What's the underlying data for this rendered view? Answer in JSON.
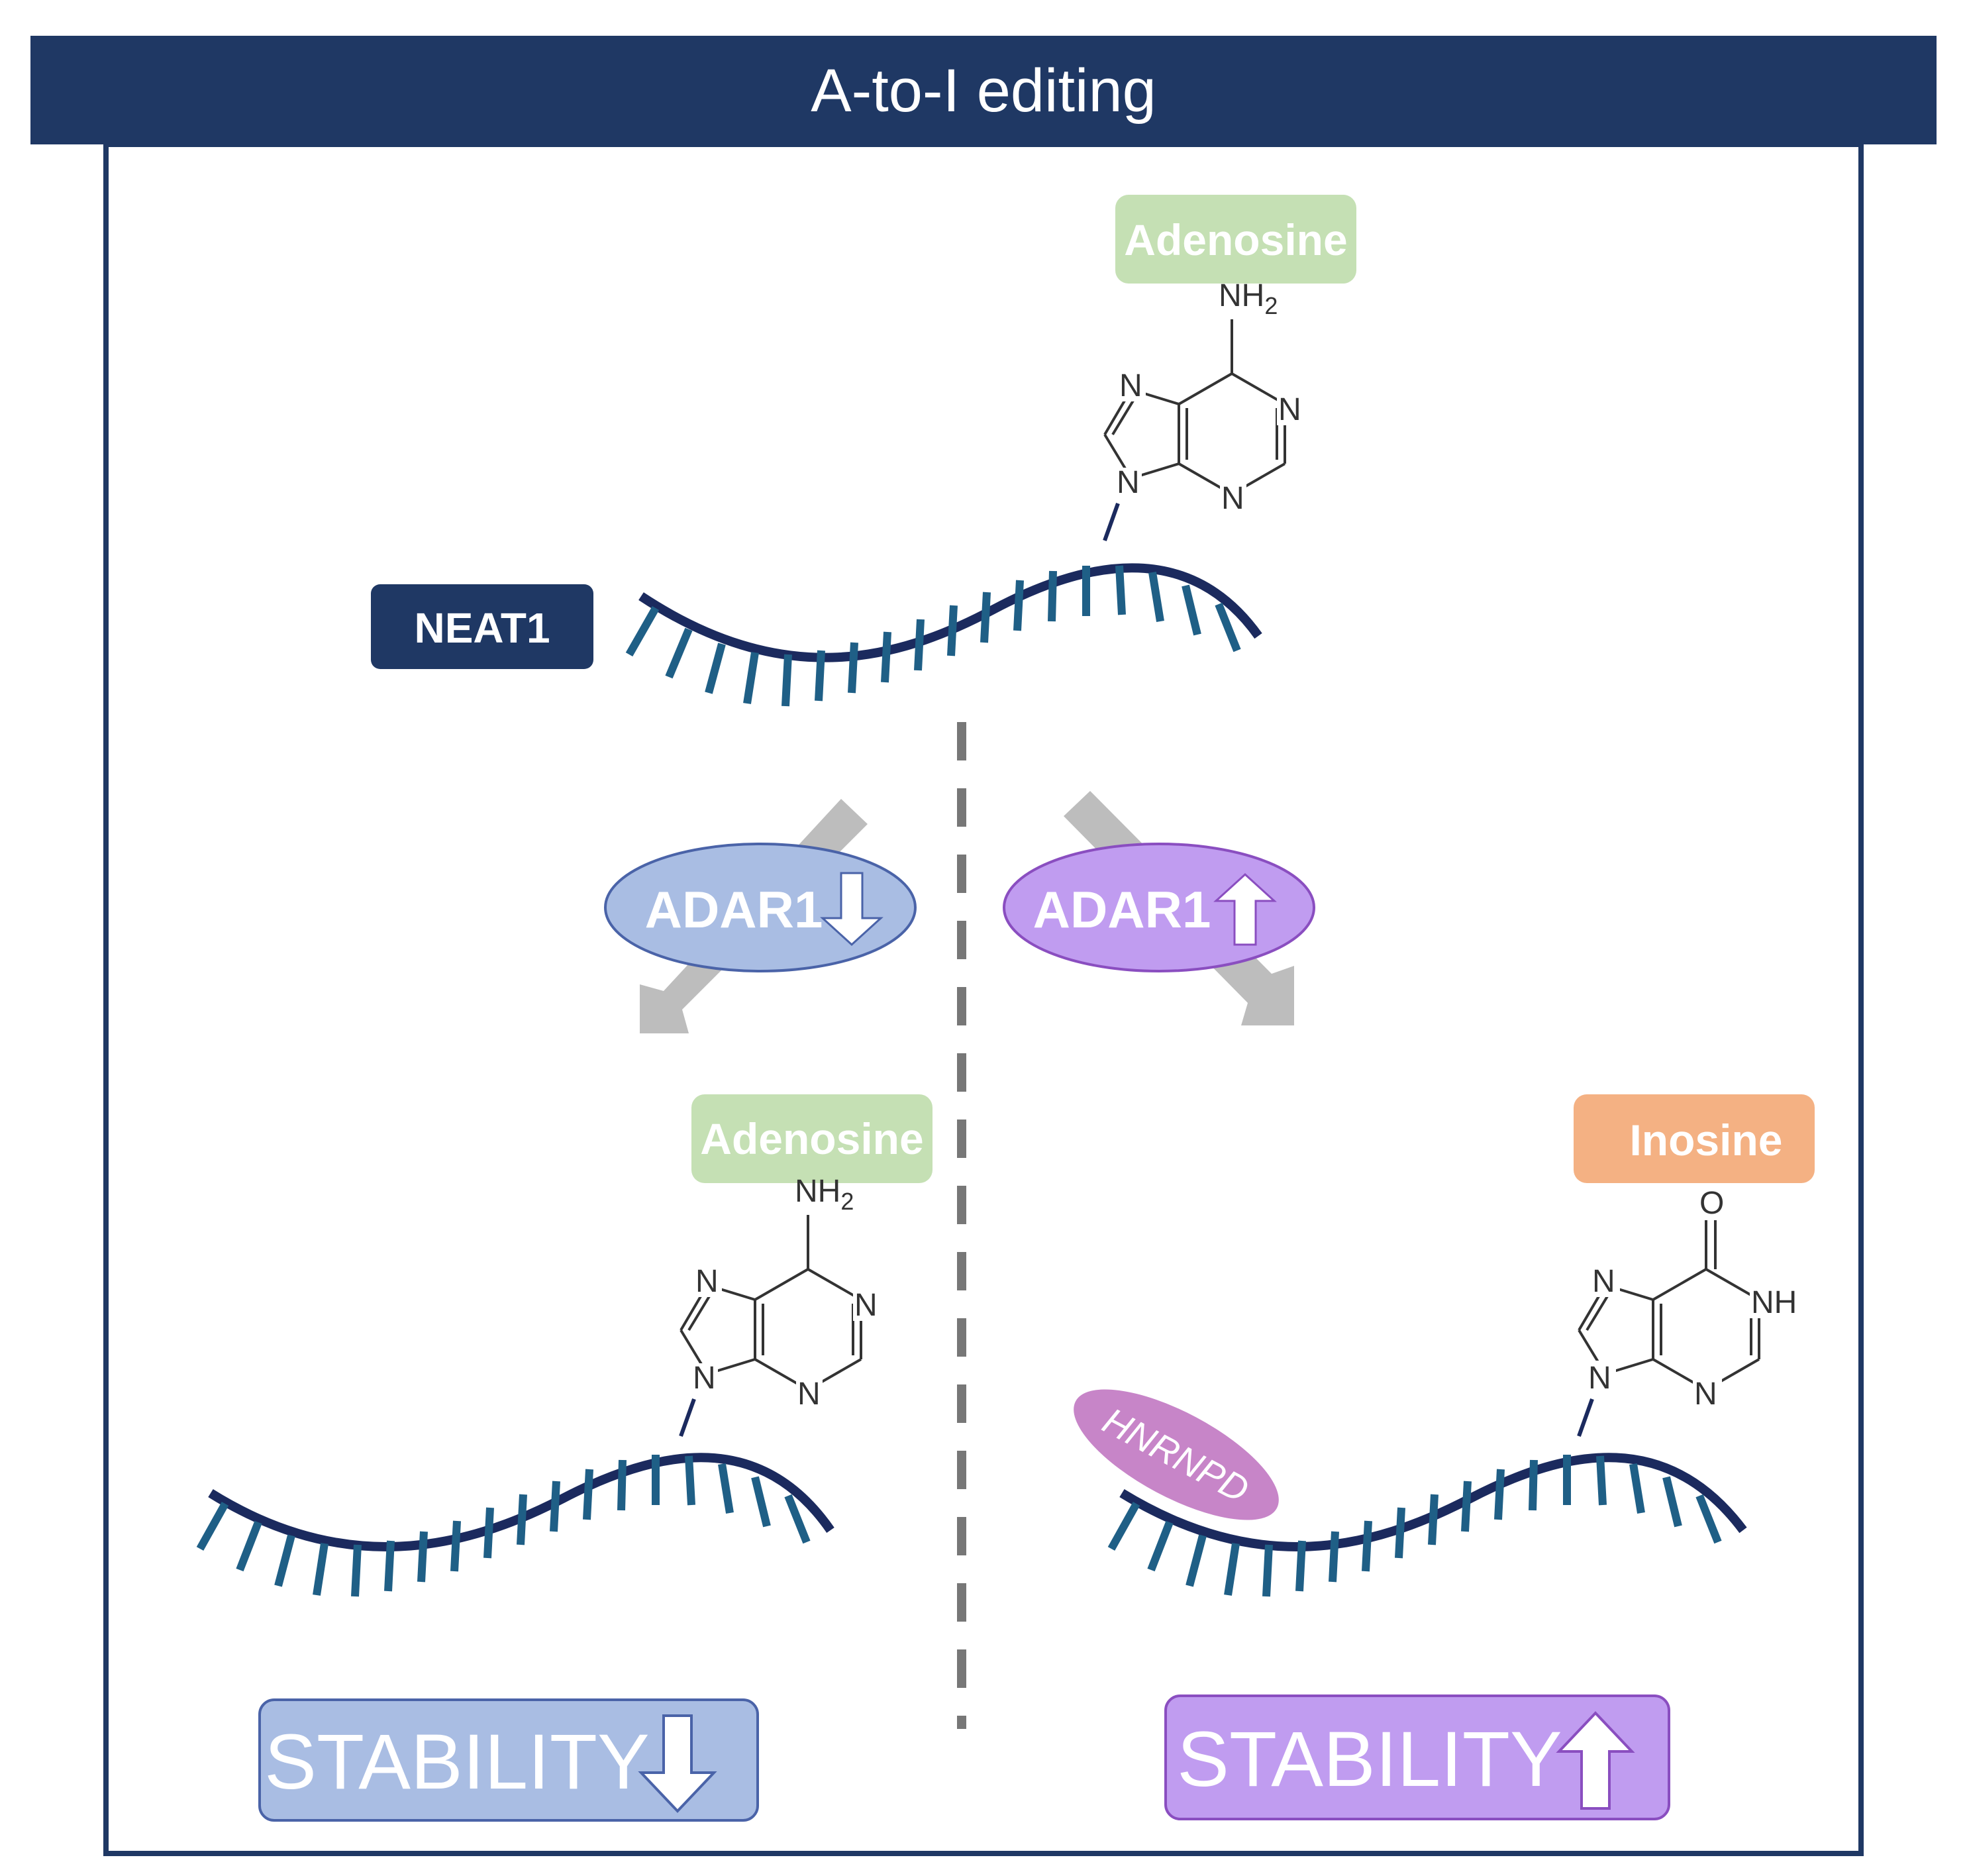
{
  "header": {
    "title": "A-to-I editing"
  },
  "rna": {
    "name": "NEAT1"
  },
  "top": {
    "nucleotide": "Adenosine",
    "group": "NH",
    "group_sub": "2"
  },
  "left_branch": {
    "enzyme": "ADAR1",
    "enzyme_trend": "down",
    "nucleotide": "Adenosine",
    "group": "NH",
    "group_sub": "2",
    "result": "STABILITY",
    "result_trend": "down"
  },
  "right_branch": {
    "enzyme": "ADAR1",
    "enzyme_trend": "up",
    "nucleotide": "Inosine",
    "group": "O",
    "nh_label": "NH",
    "protein": "HNRNPD",
    "result": "STABILITY",
    "result_trend": "up"
  },
  "atoms": {
    "n": "N"
  },
  "colors": {
    "navy": "#1f3864",
    "strand": "#1b2a5e",
    "teeth": "#1f5f86",
    "green_label": "#c5e0b4",
    "orange_label": "#f4b183",
    "blue_ellipse": "#a9bde3",
    "purple_ellipse": "#c09cf0",
    "hnrnpd": "#c785c8",
    "dash": "#777777",
    "arrow_gray": "#bdbdbd"
  }
}
